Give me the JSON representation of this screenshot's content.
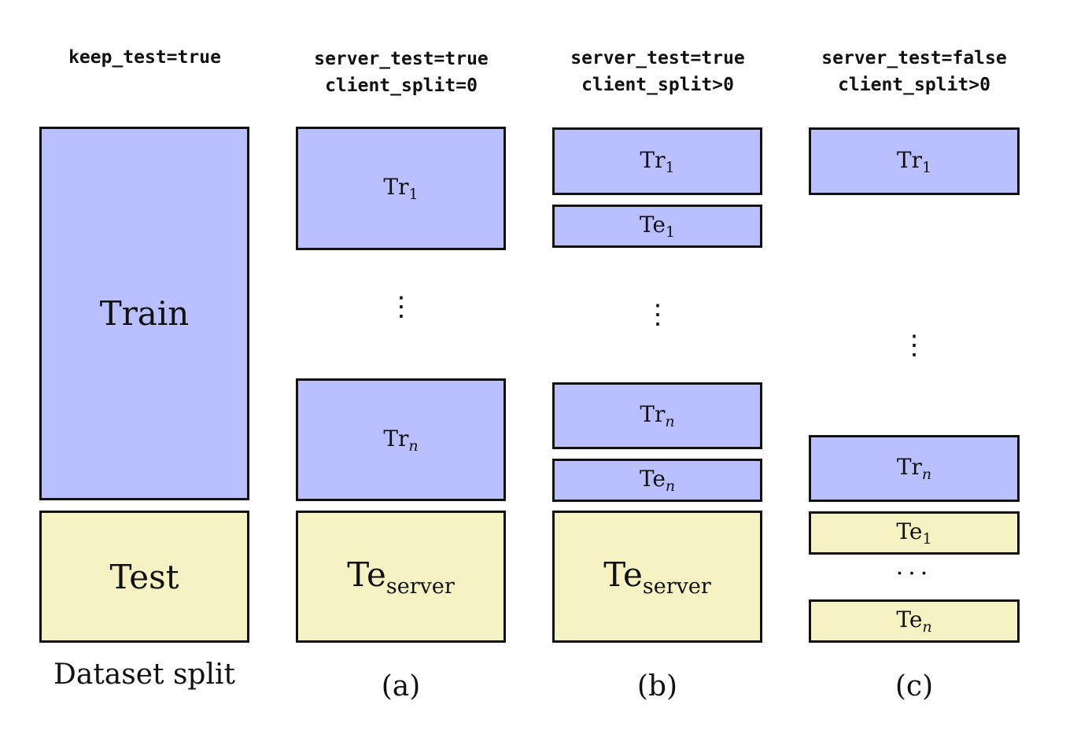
{
  "columns": {
    "split": {
      "header": [
        "keep_test=true"
      ],
      "train_label": "Train",
      "test_label": "Test",
      "caption": "Dataset split"
    },
    "a": {
      "header": [
        "server_test=true",
        "client_split=0"
      ],
      "tr1": {
        "base": "Tr",
        "sub": "1"
      },
      "trn": {
        "base": "Tr",
        "sub": "n"
      },
      "te_server": {
        "base": "Te",
        "sub": "server"
      },
      "dots": "⋮",
      "caption": "(a)"
    },
    "b": {
      "header": [
        "server_test=true",
        "client_split>0"
      ],
      "tr1": {
        "base": "Tr",
        "sub": "1"
      },
      "te1": {
        "base": "Te",
        "sub": "1"
      },
      "trn": {
        "base": "Tr",
        "sub": "n"
      },
      "ten": {
        "base": "Te",
        "sub": "n"
      },
      "te_server": {
        "base": "Te",
        "sub": "server"
      },
      "dots": "⋮",
      "caption": "(b)"
    },
    "c": {
      "header": [
        "server_test=false",
        "client_split>0"
      ],
      "tr1": {
        "base": "Tr",
        "sub": "1"
      },
      "trn": {
        "base": "Tr",
        "sub": "n"
      },
      "te1": {
        "base": "Te",
        "sub": "1"
      },
      "ten": {
        "base": "Te",
        "sub": "n"
      },
      "dots": "⋮",
      "hdots": "···",
      "caption": "(c)"
    }
  },
  "colors": {
    "train": "#b9bfff",
    "test": "#f5f2c4",
    "border": "#111111"
  }
}
